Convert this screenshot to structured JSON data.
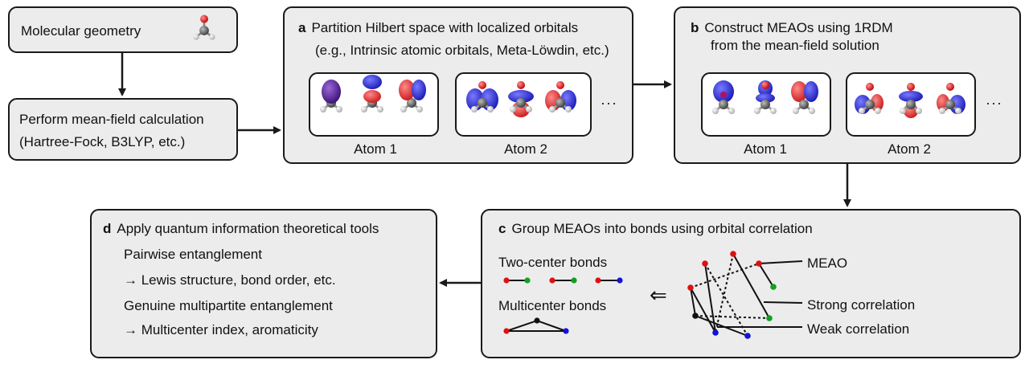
{
  "geometry": {
    "label": "Molecular geometry"
  },
  "meanfield": {
    "line1": "Perform mean-field calculation",
    "line2": "(Hartree-Fock, B3LYP, etc.)"
  },
  "panel_a": {
    "letter": "a",
    "line1": "Partition Hilbert space with localized orbitals",
    "line2": "(e.g., Intrinsic atomic orbitals, Meta-Löwdin, etc.)",
    "group1": "Atom 1",
    "group2": "Atom 2",
    "ellipsis": "···"
  },
  "panel_b": {
    "letter": "b",
    "line1": "Construct MEAOs using 1RDM",
    "line2": "from the mean-field solution",
    "group1": "Atom 1",
    "group2": "Atom 2",
    "ellipsis": "···"
  },
  "panel_c": {
    "letter": "c",
    "title": "Group MEAOs into bonds using orbital correlation",
    "two_center": "Two-center bonds",
    "multicenter": "Multicenter bonds",
    "implies": "⇐",
    "legend_meao": "MEAO",
    "legend_strong": "Strong correlation",
    "legend_weak": "Weak correlation"
  },
  "panel_d": {
    "letter": "d",
    "title": "Apply quantum information theoretical tools",
    "item1": "Pairwise entanglement",
    "item1_result": "→ Lewis structure, bond order, etc.",
    "item2": "Genuine multipartite entanglement",
    "item2_result": "→ Multicenter index, aromaticity"
  },
  "colors": {
    "border": "#1a1a1a",
    "panel_bg": "#ececec",
    "red": "#e01010",
    "blue": "#1212d8",
    "green": "#10a020",
    "black": "#111111",
    "orbital_red": "#e02525",
    "orbital_blue": "#2323c8",
    "orbital_purple": "#4a1a8a",
    "carbon": "#5a5a5a",
    "hydrogen": "#f2f2f2"
  }
}
